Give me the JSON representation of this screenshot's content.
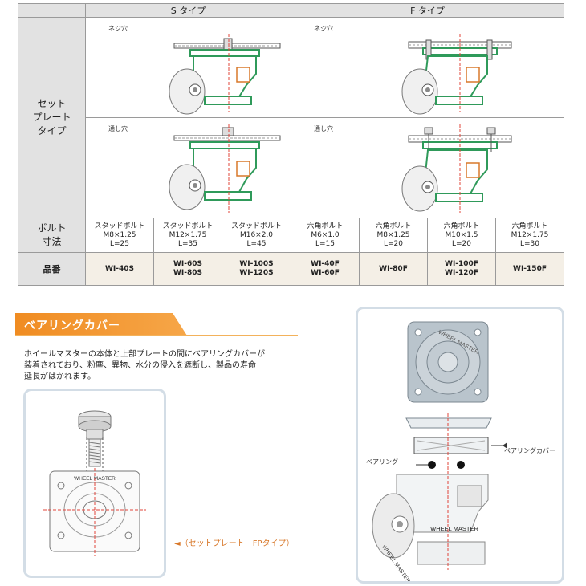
{
  "table": {
    "s_type_header": "S タイプ",
    "f_type_header": "F タイプ",
    "set_plate_type_label": [
      "セット",
      "プレート",
      "タイプ"
    ],
    "screw_hole_label": "ネジ穴",
    "through_hole_label": "通し穴",
    "bolt_size_label": [
      "ボルト",
      "寸法"
    ],
    "part_number_label": "品番",
    "columns": [
      {
        "bolt": [
          "スタッドボルト",
          "M8×1.25",
          "L=25"
        ],
        "part": [
          "WI-40S"
        ]
      },
      {
        "bolt": [
          "スタッドボルト",
          "M12×1.75",
          "L=35"
        ],
        "part": [
          "WI-60S",
          "WI-80S"
        ]
      },
      {
        "bolt": [
          "スタッドボルト",
          "M16×2.0",
          "L=45"
        ],
        "part": [
          "WI-100S",
          "WI-120S"
        ]
      },
      {
        "bolt": [
          "六角ボルト",
          "M6×1.0",
          "L=15"
        ],
        "part": [
          "WI-40F",
          "WI-60F"
        ]
      },
      {
        "bolt": [
          "六角ボルト",
          "M8×1.25",
          "L=20"
        ],
        "part": [
          "WI-80F"
        ]
      },
      {
        "bolt": [
          "六角ボルト",
          "M10×1.5",
          "L=20"
        ],
        "part": [
          "WI-100F",
          "WI-120F"
        ]
      },
      {
        "bolt": [
          "六角ボルト",
          "M12×1.75",
          "L=30"
        ],
        "part": [
          "WI-150F"
        ]
      }
    ]
  },
  "bearing": {
    "title": "ベアリングカバー",
    "description": [
      "ホイールマスターの本体と上部プレートの間にベアリングカバーが",
      "装着されており、粉塵、異物、水分の侵入を遮断し、製品の寿命",
      "延長がはかれます。"
    ],
    "plate_caption": "◄（セットプレート　FPタイプ）",
    "bearing_cover_label": "ベアリングカバー",
    "bearing_label": "ベアリング",
    "brand_text": "WHEEL MASTER"
  },
  "colors": {
    "caster_green": "#2f9a5a",
    "band_orange": "#f08c22",
    "panel_border": "#d3dde6",
    "center_line_red": "#e0443a"
  }
}
